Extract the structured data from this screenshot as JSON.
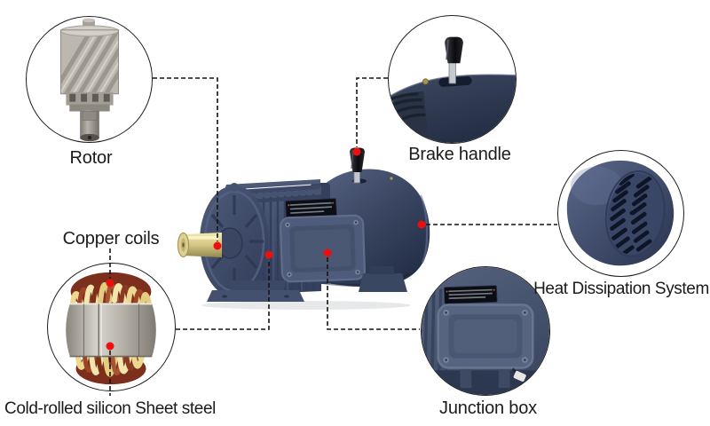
{
  "labels": {
    "rotor": "Rotor",
    "brake_handle": "Brake handle",
    "copper_coils": "Copper coils",
    "heat_dissipation": "Heat Dissipation System",
    "silicon_steel": "Cold-rolled silicon Sheet steel",
    "junction_box": "Junction box"
  },
  "colors": {
    "background": "#ffffff",
    "label_text": "#1b1b1b",
    "connector_line": "#141414",
    "marker_dot": "#ee0e0e",
    "motor_body": "#414e6b",
    "motor_body_dark": "#2b3650",
    "motor_body_light": "#556282",
    "shaft_yellow": "#dccf8a",
    "coil_copper": "#8a3a22",
    "coil_insulation": "#ecd88e",
    "steel_silver": "#bcb8b0",
    "callout_border": "#1d1d1d"
  }
}
